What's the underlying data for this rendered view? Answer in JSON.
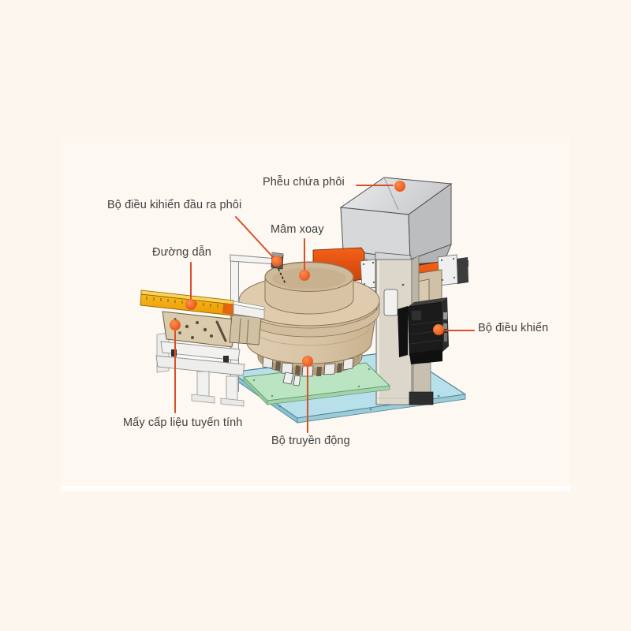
{
  "page": {
    "background_outer": "#fcf6ee",
    "background_inner": "#fdf8f2"
  },
  "diagram": {
    "accent_color": "#e8551c",
    "label_color": "#3f3f3f",
    "labels": [
      {
        "id": "hopper",
        "text": "Phễu chứa phôi"
      },
      {
        "id": "output-controller",
        "text": "Bộ điều kihiển đầu ra phôi"
      },
      {
        "id": "rotary-bowl",
        "text": "Mâm xoay"
      },
      {
        "id": "guide-track",
        "text": "Đường dẫn"
      },
      {
        "id": "controller",
        "text": "Bộ điều khiển"
      },
      {
        "id": "linear-feeder",
        "text": "Mấy cấp liệu tuyến tính"
      },
      {
        "id": "drive-unit",
        "text": "Bộ truyền động"
      }
    ],
    "part_colors": {
      "hopper_gray": "#d7d8d9",
      "machine_orange": "#e8500e",
      "bowl_tan": "#d8c4a5",
      "column_beige": "#dbd5c9",
      "controller_black": "#1a1a1a",
      "base_plate_blue": "#b7e0ea",
      "sub_plate_green": "#bbe4c2",
      "rail_yellow": "#efa30d"
    }
  }
}
